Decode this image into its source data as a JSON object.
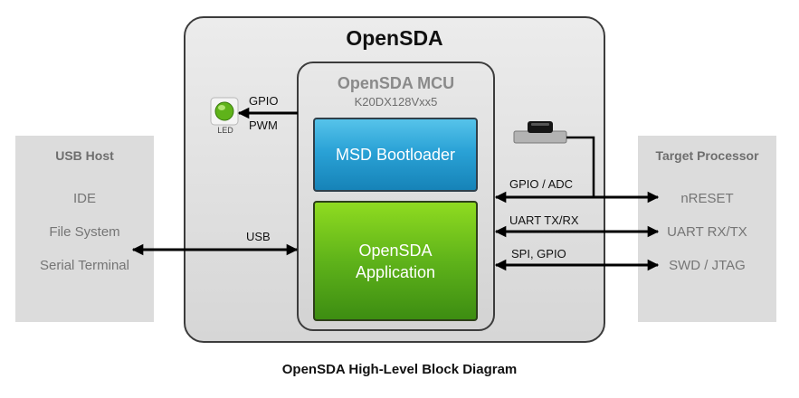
{
  "usb_host": {
    "title": "USB Host",
    "items": [
      "IDE",
      "File System",
      "Serial Terminal"
    ]
  },
  "target": {
    "title": "Target Processor",
    "items": [
      "nRESET",
      "UART RX/TX",
      "SWD / JTAG"
    ]
  },
  "opensda": {
    "title": "OpenSDA",
    "mcu_title": "OpenSDA MCU",
    "mcu_part": "K20DX128Vxx5",
    "bootloader": "MSD Bootloader",
    "application": "OpenSDA Application"
  },
  "signals": {
    "gpio": "GPIO",
    "pwm": "PWM",
    "led": "LED",
    "usb": "USB",
    "gpio_adc": "GPIO / ADC",
    "uart": "UART TX/RX",
    "spi_gpio": "SPI, GPIO"
  },
  "caption": "OpenSDA High-Level Block Diagram",
  "colors": {
    "bootloader": "#2aa2d6",
    "application": "#5fb31a",
    "led": "#6cc01c",
    "panel": "#dcdcdc"
  },
  "icons": [
    "led-icon",
    "reset-button-icon"
  ]
}
